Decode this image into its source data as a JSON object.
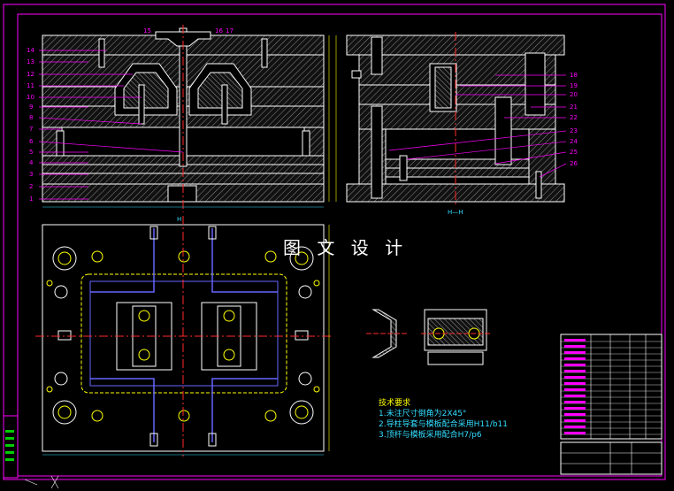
{
  "watermark": "图 文 设 计",
  "section_labels": {
    "left": "H",
    "right": "H—H"
  },
  "left_part_numbers": [
    "14",
    "13",
    "12",
    "11",
    "10",
    "9",
    "8",
    "7",
    "6",
    "5",
    "4",
    "3",
    "2",
    "1"
  ],
  "right_part_numbers": [
    "18",
    "19",
    "20",
    "21",
    "22",
    "23",
    "24",
    "25",
    "26"
  ],
  "top_part_numbers": [
    "15",
    "16",
    "17"
  ],
  "tech_notes": {
    "title": "技术要求",
    "items": [
      "1.未注尺寸倒角为2X45°",
      "2.导柱导套与模板配合采用H11/b11",
      "3.顶杆与模板采用配合H7/p6"
    ]
  },
  "colors": {
    "background": "#000000",
    "border": "#ff00ff",
    "outline": "#ffffff",
    "hatch": "#888888",
    "center_line": "#ff2a2a",
    "leader": "#ff00ff",
    "notes": "#33ddff",
    "title_block_text": "#ff00ff"
  }
}
